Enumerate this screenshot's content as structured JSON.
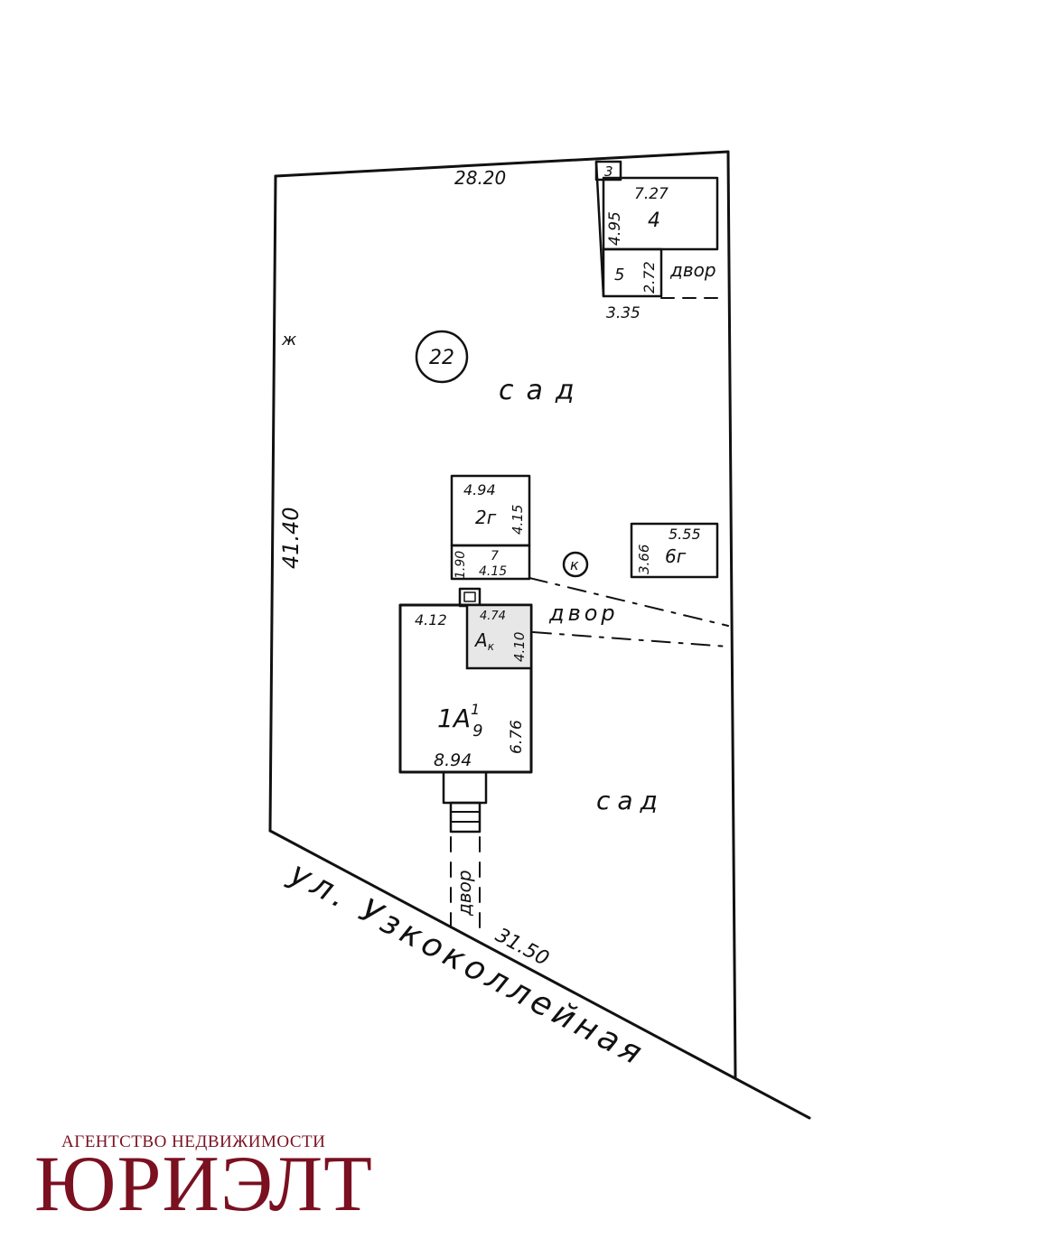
{
  "plan": {
    "lot_number": "22",
    "boundary_top": "28.20",
    "boundary_left": "41.40",
    "boundary_bottom": "31.50",
    "street_name": "ул. Узкоколлейная",
    "marker_left": "ж",
    "well_marker": "к",
    "zones": {
      "garden_top": "сад",
      "garden_bottom": "сад",
      "yard_top": "двор",
      "yard_middle": "двор",
      "yard_bottom": "двор"
    },
    "buildings": {
      "b3": {
        "label": "3"
      },
      "b4": {
        "label": "4",
        "width": "7.27",
        "height": "4.95"
      },
      "b5": {
        "label": "5",
        "height": "2.72",
        "width": "3.35"
      },
      "b2g": {
        "label": "2г",
        "width": "4.94",
        "height": "4.15"
      },
      "b7": {
        "label": "7",
        "width": "4.15",
        "height": "1.90"
      },
      "b6g": {
        "label": "6г",
        "width": "5.55",
        "height": "3.66"
      },
      "house": {
        "main_label": "1А",
        "main_sup": "1",
        "main_sub": "9",
        "top_width": "4.12",
        "bottom_width": "8.94",
        "height": "6.76"
      },
      "annex": {
        "label": "А",
        "sub": "к",
        "width": "4.74",
        "height": "4.10"
      }
    }
  },
  "brand": {
    "tagline": "АГЕНТСТВО НЕДВИЖИМОСТИ",
    "name": "ЮРИЭЛТ"
  }
}
